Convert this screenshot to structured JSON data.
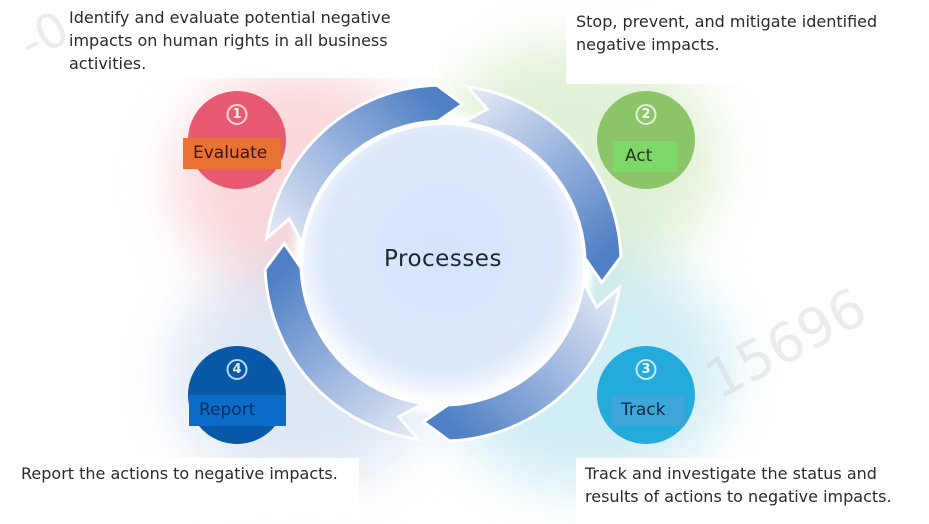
{
  "diagram": {
    "center_label": "Processes",
    "colors": {
      "ring_dark": "#4f7fc4",
      "ring_light": "#dfe6f4",
      "center_fill": "#d6e6fb"
    },
    "steps": [
      {
        "number": "1",
        "label": "Evaluate",
        "description": "Identify and evaluate potential negative impacts on human rights in all business activities.",
        "circle_color": "#e85a72",
        "label_bg": "#e87234"
      },
      {
        "number": "2",
        "label": "Act",
        "description": "Stop, prevent, and mitigate identified negative impacts.",
        "circle_color": "#8cc46a",
        "label_bg": "#7ed86a"
      },
      {
        "number": "3",
        "label": "Track",
        "description": "Track and investigate the status and results of actions to negative impacts.",
        "circle_color": "#24aadb",
        "label_bg": "#3fa6dc"
      },
      {
        "number": "4",
        "label": "Report",
        "description": "Report the actions to negative impacts.",
        "circle_color": "#0858a8",
        "label_bg": "#0a6cc8"
      }
    ]
  },
  "watermarks": [
    "15696",
    "-0"
  ]
}
